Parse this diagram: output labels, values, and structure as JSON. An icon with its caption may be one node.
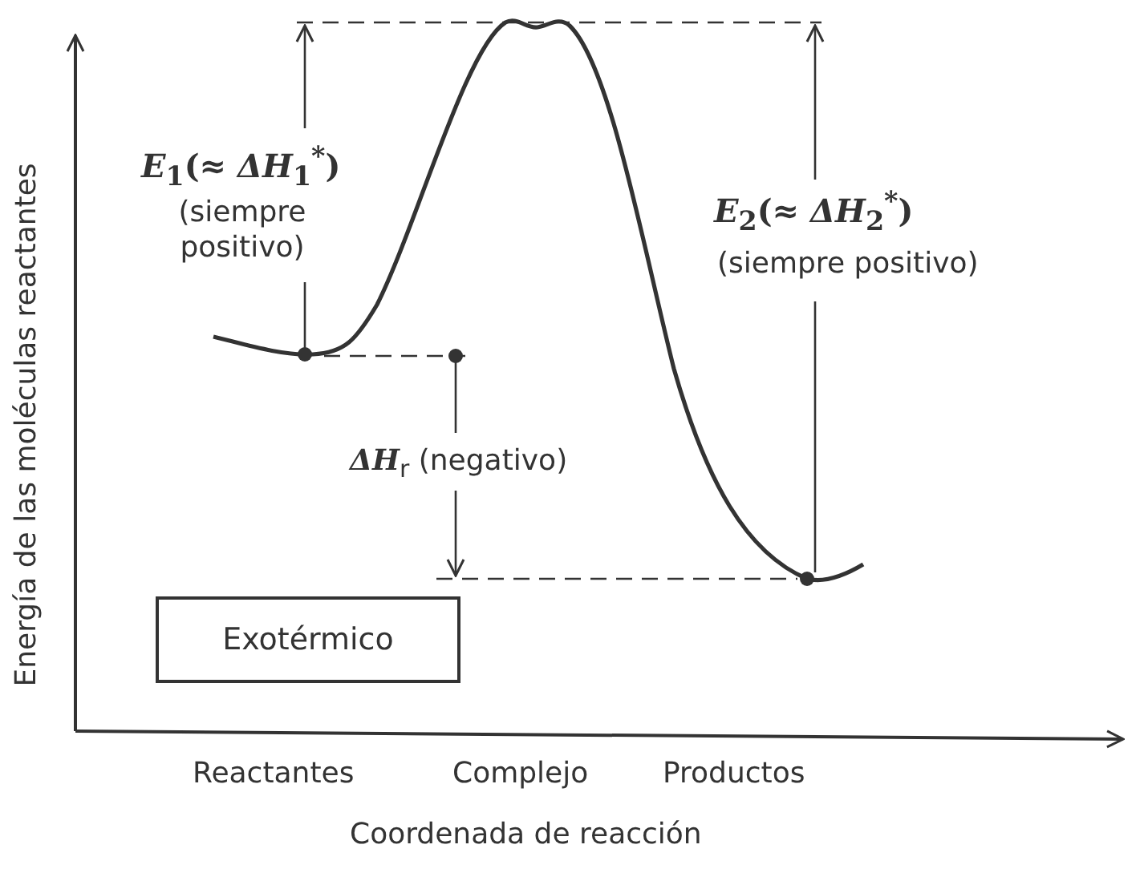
{
  "diagram": {
    "nodes": [
      {
        "text": [
          "Exotérmico"
        ]
      }
    ],
    "labels": [
      "Energía de las moléculas reactantes",
      "*E*$_{1}$(≈ *ΔH*$_{1}$$^{*}$)",
      "(siempre positivo)",
      "*E*$_{2}$(≈ *ΔH*$_{2}$$^{*}$)",
      "(siempre positivo)",
      "*ΔH*$_{r}$ (negativo)",
      "Reactantes",
      "Complejo",
      "Productos",
      "Coordenada de reacción"
    ]
  }
}
